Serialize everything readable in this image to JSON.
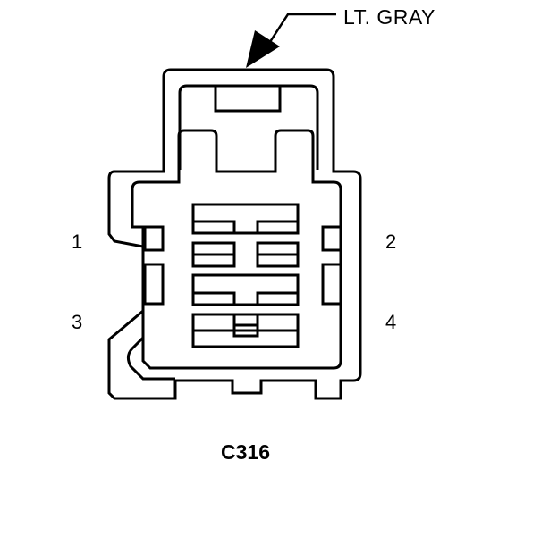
{
  "connector": {
    "id": "C316",
    "color_callout": "LT. GRAY"
  },
  "pins": [
    {
      "number": "1"
    },
    {
      "number": "2"
    },
    {
      "number": "3"
    },
    {
      "number": "4"
    }
  ]
}
